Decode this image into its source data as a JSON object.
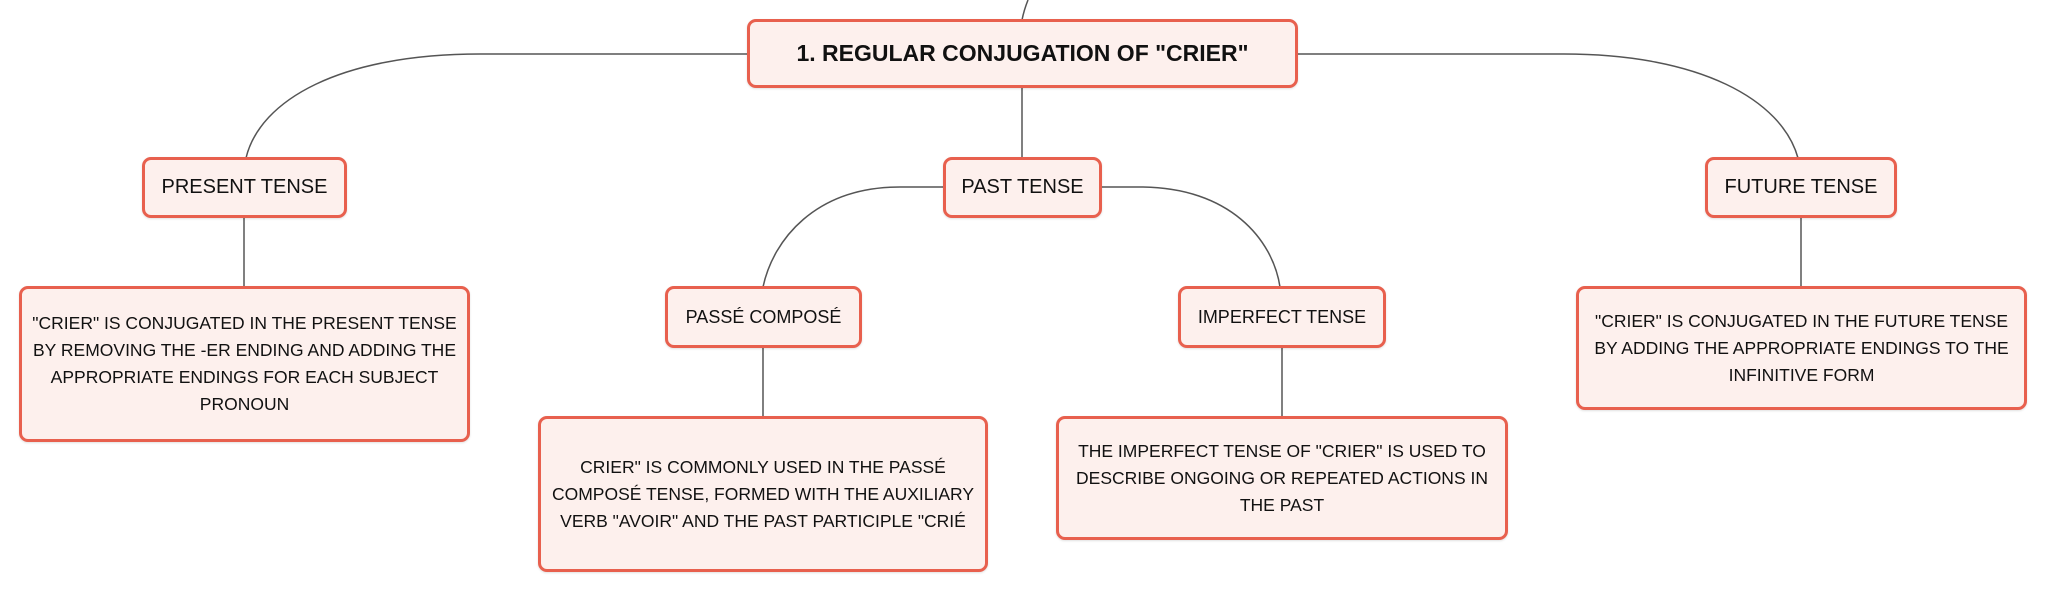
{
  "colors": {
    "node_border": "#e8604e",
    "node_fill": "#fdf0ed",
    "connector": "#555555"
  },
  "root": {
    "label": "1. REGULAR CONJUGATION OF \"CRIER\""
  },
  "present": {
    "label": "PRESENT TENSE",
    "description": "\"CRIER\" IS CONJUGATED IN THE PRESENT TENSE BY REMOVING THE -ER ENDING AND ADDING THE APPROPRIATE ENDINGS FOR EACH SUBJECT PRONOUN"
  },
  "past": {
    "label": "PAST TENSE",
    "passe_compose": {
      "label": "PASSÉ COMPOSÉ",
      "description": "CRIER\" IS COMMONLY USED IN THE PASSÉ COMPOSÉ TENSE, FORMED WITH THE AUXILIARY VERB \"AVOIR\" AND THE PAST PARTICIPLE \"CRIÉ"
    },
    "imperfect": {
      "label": "IMPERFECT TENSE",
      "description": "THE IMPERFECT TENSE OF \"CRIER\" IS USED TO DESCRIBE ONGOING OR REPEATED ACTIONS IN THE PAST"
    }
  },
  "future": {
    "label": "FUTURE TENSE",
    "description": "\"CRIER\" IS CONJUGATED IN THE FUTURE TENSE BY ADDING THE APPROPRIATE ENDINGS TO THE INFINITIVE FORM"
  }
}
